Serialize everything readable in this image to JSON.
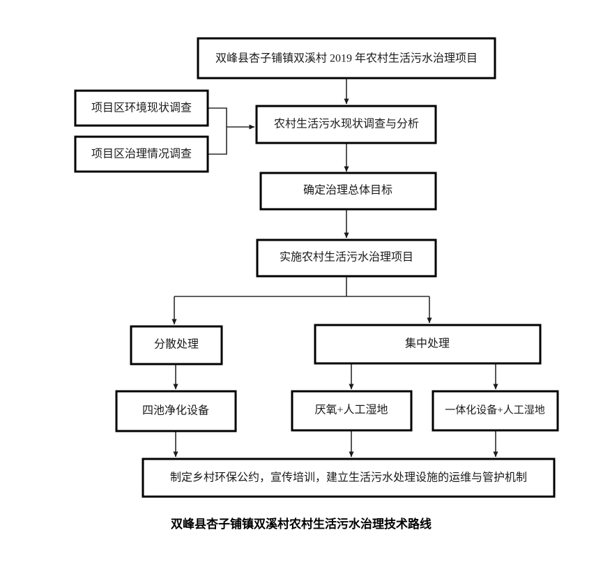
{
  "figure": {
    "caption": "双峰县杏子铺镇双溪村农村生活污水治理技术路线",
    "background_color": "#ffffff",
    "line_color": "#000000",
    "text_color": "#1a1a1a"
  },
  "nodes": {
    "project_title": "双峰县杏子铺镇双溪村 2019 年农村生活污水治理项目",
    "survey_environment": "项目区环境现状调查",
    "survey_treatment": "项目区治理情况调查",
    "survey_analysis": "农村生活污水现状调查与分析",
    "overall_goal": "确定治理总体目标",
    "implement_project": "实施农村生活污水治理项目",
    "decentralized": "分散处理",
    "centralized": "集中处理",
    "four_pond": "四池净化设备",
    "anaerobic_wetland": "厌氧+人工湿地",
    "integrated_wetland": "一体化设备+人工湿地",
    "management_mechanism": "制定乡村环保公约，宣传培训，建立生活污水处理设施的运维与管护机制"
  },
  "chart_data": {
    "type": "table",
    "title": "双峰县杏子铺镇双溪村农村生活污水治理技术路线",
    "levels": [
      {
        "level": 1,
        "items": [
          "双峰县杏子铺镇双溪村 2019 年农村生活污水治理项目"
        ]
      },
      {
        "level": 2,
        "items": [
          "项目区环境现状调查",
          "项目区治理情况调查",
          "农村生活污水现状调查与分析"
        ]
      },
      {
        "level": 3,
        "items": [
          "确定治理总体目标"
        ]
      },
      {
        "level": 4,
        "items": [
          "实施农村生活污水治理项目"
        ]
      },
      {
        "level": 5,
        "items": [
          "分散处理",
          "集中处理"
        ]
      },
      {
        "level": 6,
        "items": [
          "四池净化设备",
          "厌氧+人工湿地",
          "一体化设备+人工湿地"
        ]
      },
      {
        "level": 7,
        "items": [
          "制定乡村环保公约，宣传培训，建立生活污水处理设施的运维与管护机制"
        ]
      }
    ],
    "edges": [
      {
        "from": "双峰县杏子铺镇双溪村 2019 年农村生活污水治理项目",
        "to": "农村生活污水现状调查与分析"
      },
      {
        "from": "项目区环境现状调查",
        "to": "农村生活污水现状调查与分析"
      },
      {
        "from": "项目区治理情况调查",
        "to": "农村生活污水现状调查与分析"
      },
      {
        "from": "农村生活污水现状调查与分析",
        "to": "确定治理总体目标"
      },
      {
        "from": "确定治理总体目标",
        "to": "实施农村生活污水治理项目"
      },
      {
        "from": "实施农村生活污水治理项目",
        "to": "分散处理"
      },
      {
        "from": "实施农村生活污水治理项目",
        "to": "集中处理"
      },
      {
        "from": "分散处理",
        "to": "四池净化设备"
      },
      {
        "from": "集中处理",
        "to": "厌氧+人工湿地"
      },
      {
        "from": "集中处理",
        "to": "一体化设备+人工湿地"
      },
      {
        "from": "四池净化设备",
        "to": "制定乡村环保公约，宣传培训，建立生活污水处理设施的运维与管护机制"
      },
      {
        "from": "厌氧+人工湿地",
        "to": "制定乡村环保公约，宣传培训，建立生活污水处理设施的运维与管护机制"
      },
      {
        "from": "一体化设备+人工湿地",
        "to": "制定乡村环保公约，宣传培训，建立生活污水处理设施的运维与管护机制"
      }
    ]
  }
}
